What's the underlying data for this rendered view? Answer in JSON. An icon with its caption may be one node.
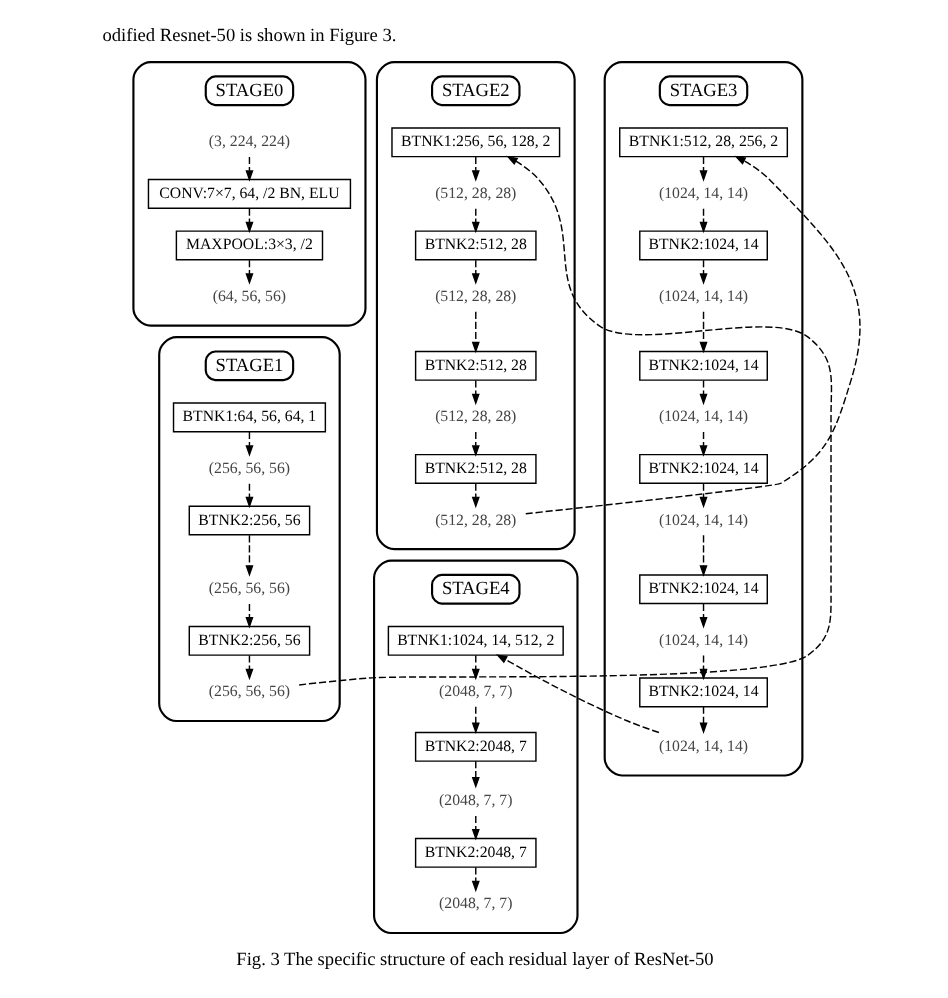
{
  "diagram": {
    "caption": "Fig. 3 The specific structure of each residual layer of ResNet-50",
    "nodes": [
      {
        "text": [],
        "shape": "box"
      },
      {
        "text": [
          "STAGE0"
        ],
        "in": 0
      },
      {
        "text": [
          "(3, 224, 224)"
        ],
        "in": 0
      },
      {
        "text": [
          "CONV:7×7, 64, /2 BN, ELU"
        ],
        "in": 0
      },
      {
        "text": [
          "MAXPOOL:3×3, /2"
        ],
        "in": 0
      },
      {
        "text": [
          "(64, 56, 56)"
        ],
        "in": 0
      },
      {
        "text": [],
        "shape": "box"
      },
      {
        "text": [
          "STAGE1"
        ],
        "in": 6
      },
      {
        "text": [
          "BTNK1:64, 56, 64, 1"
        ],
        "in": 6
      },
      {
        "text": [
          "(256, 56, 56)"
        ],
        "in": 6
      },
      {
        "text": [
          "BTNK2:256, 56"
        ],
        "in": 6
      },
      {
        "text": [
          "(256, 56, 56)"
        ],
        "in": 6
      },
      {
        "text": [
          "BTNK2:256, 56"
        ],
        "in": 6
      },
      {
        "text": [
          "(256, 56, 56)"
        ],
        "in": 6
      },
      {
        "text": [],
        "shape": "box"
      },
      {
        "text": [
          "STAGE2"
        ],
        "in": 14
      },
      {
        "text": [
          "BTNK1:256, 56, 128, 2"
        ],
        "in": 14
      },
      {
        "text": [
          "(512, 28, 28)"
        ],
        "in": 14
      },
      {
        "text": [
          "BTNK2:512, 28"
        ],
        "in": 14
      },
      {
        "text": [
          "(512, 28, 28)"
        ],
        "in": 14
      },
      {
        "text": [
          "BTNK2:512, 28"
        ],
        "in": 14
      },
      {
        "text": [
          "(512, 28, 28)"
        ],
        "in": 14
      },
      {
        "text": [
          "BTNK2:512, 28"
        ],
        "in": 14
      },
      {
        "text": [
          "(512, 28, 28)"
        ],
        "in": 14
      },
      {
        "text": [],
        "shape": "box"
      },
      {
        "text": [
          "STAGE3"
        ],
        "in": 24
      },
      {
        "text": [
          "BTNK1:512, 28, 256, 2"
        ],
        "in": 24
      },
      {
        "text": [
          "(1024, 14, 14)"
        ],
        "in": 24
      },
      {
        "text": [
          "BTNK2:1024, 14"
        ],
        "in": 24
      },
      {
        "text": [
          "(1024, 14, 14)"
        ],
        "in": 24
      },
      {
        "text": [
          "BTNK2:1024, 14"
        ],
        "in": 24
      },
      {
        "text": [
          "(1024, 14, 14)"
        ],
        "in": 24
      },
      {
        "text": [
          "BTNK2:1024, 14"
        ],
        "in": 24
      },
      {
        "text": [
          "(1024, 14, 14)"
        ],
        "in": 24
      },
      {
        "text": [
          "BTNK2:1024, 14"
        ],
        "in": 24
      },
      {
        "text": [
          "(1024, 14, 14)"
        ],
        "in": 24
      },
      {
        "text": [
          "BTNK2:1024, 14"
        ],
        "in": 24
      },
      {
        "text": [
          "(1024, 14, 14)"
        ],
        "in": 24
      },
      {
        "text": [],
        "shape": "box"
      },
      {
        "text": [
          "STAGE4"
        ],
        "in": 38
      },
      {
        "text": [
          "BTNK1:1024, 14, 512, 2"
        ],
        "in": 38
      },
      {
        "text": [
          "(2048, 7, 7)"
        ],
        "in": 38
      },
      {
        "text": [
          "BTNK2:2048, 7"
        ],
        "in": 38
      },
      {
        "text": [
          "(2048, 7, 7)"
        ],
        "in": 38
      },
      {
        "text": [
          "BTNK2:2048, 7"
        ],
        "in": 38
      },
      {
        "text": [
          "(2048, 7, 7)"
        ],
        "in": 38
      }
    ],
    "edges": [
      {
        "from": 2,
        "to": 3,
        "arrow": "to",
        "style": "dashed"
      },
      {
        "from": 3,
        "to": 4,
        "arrow": "to",
        "style": "dashed"
      },
      {
        "from": 4,
        "to": 5,
        "arrow": "to",
        "style": "dashed"
      },
      {
        "from": 8,
        "to": 9,
        "arrow": "to",
        "style": "dashed"
      },
      {
        "from": 9,
        "to": 10,
        "arrow": "to",
        "style": "dashed"
      },
      {
        "from": 10,
        "to": 11,
        "arrow": "to",
        "style": "dashed"
      },
      {
        "from": 11,
        "to": 12,
        "arrow": "to",
        "style": "dashed"
      },
      {
        "from": 12,
        "to": 13,
        "arrow": "to",
        "style": "dashed"
      },
      {
        "from": 13,
        "to": 16,
        "arrow": "to",
        "style": "dashed"
      },
      {
        "from": 16,
        "to": 17,
        "arrow": "to",
        "style": "dashed"
      },
      {
        "from": 17,
        "to": 18,
        "arrow": "to",
        "style": "dashed"
      },
      {
        "from": 18,
        "to": 19,
        "arrow": "to",
        "style": "dashed"
      },
      {
        "from": 19,
        "to": 20,
        "arrow": "to",
        "style": "dashed"
      },
      {
        "from": 20,
        "to": 21,
        "arrow": "to",
        "style": "dashed"
      },
      {
        "from": 21,
        "to": 22,
        "arrow": "to",
        "style": "dashed"
      },
      {
        "from": 22,
        "to": 23,
        "arrow": "to",
        "style": "dashed"
      },
      {
        "from": 23,
        "to": 26,
        "arrow": "to",
        "style": "dashed"
      },
      {
        "from": 26,
        "to": 27,
        "arrow": "to",
        "style": "dashed"
      },
      {
        "from": 27,
        "to": 28,
        "arrow": "to",
        "style": "dashed"
      },
      {
        "from": 28,
        "to": 29,
        "arrow": "to",
        "style": "dashed"
      },
      {
        "from": 29,
        "to": 30,
        "arrow": "to",
        "style": "dashed"
      },
      {
        "from": 30,
        "to": 31,
        "arrow": "to",
        "style": "dashed"
      },
      {
        "from": 31,
        "to": 32,
        "arrow": "to",
        "style": "dashed"
      },
      {
        "from": 32,
        "to": 33,
        "arrow": "to",
        "style": "dashed"
      },
      {
        "from": 33,
        "to": 34,
        "arrow": "to",
        "style": "dashed"
      },
      {
        "from": 34,
        "to": 35,
        "arrow": "to",
        "style": "dashed"
      },
      {
        "from": 35,
        "to": 36,
        "arrow": "to",
        "style": "dashed"
      },
      {
        "from": 36,
        "to": 37,
        "arrow": "to",
        "style": "dashed"
      },
      {
        "from": 37,
        "to": 40,
        "arrow": "to",
        "style": "dashed"
      },
      {
        "from": 40,
        "to": 41,
        "arrow": "to",
        "style": "dashed"
      },
      {
        "from": 41,
        "to": 42,
        "arrow": "to",
        "style": "dashed"
      },
      {
        "from": 42,
        "to": 43,
        "arrow": "to",
        "style": "dashed"
      },
      {
        "from": 43,
        "to": 44,
        "arrow": "to",
        "style": "dashed"
      },
      {
        "from": 44,
        "to": 45,
        "arrow": "to",
        "style": "dashed"
      }
    ],
    "labels": [
      "odified Resnet-50 is shown in Figure 3."
    ]
  }
}
